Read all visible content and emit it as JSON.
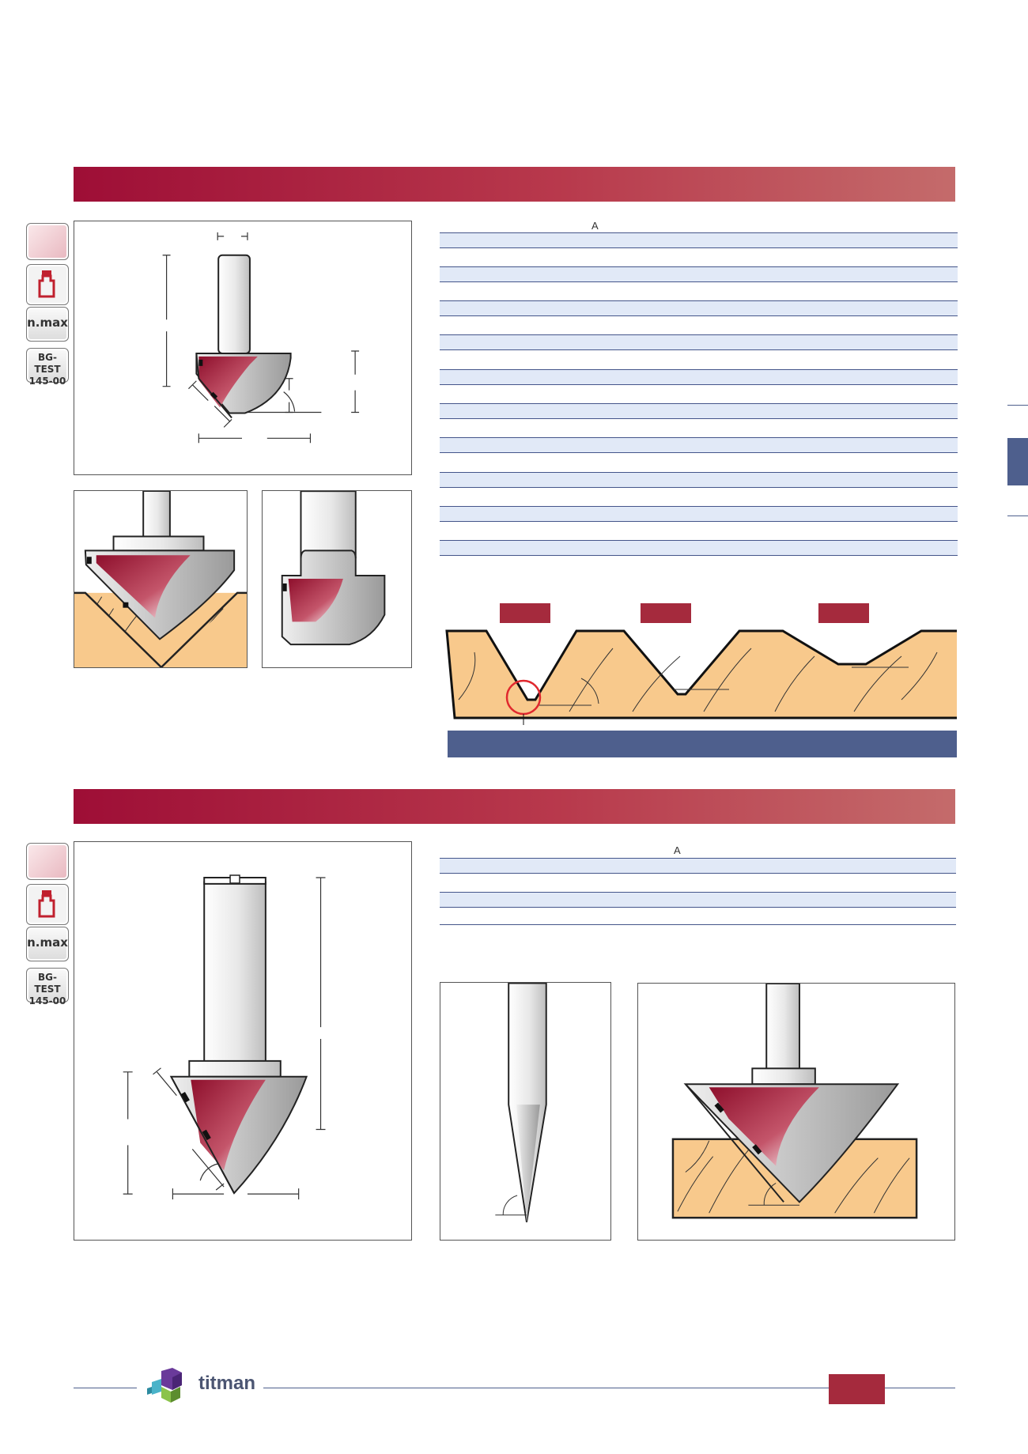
{
  "brand": {
    "name": "titman"
  },
  "section_1": {
    "sidebar_icons": {
      "nmax": "n.max",
      "test_line1": "BG-TEST",
      "test_line2": "145-00"
    },
    "table": {
      "column_header": "A",
      "row_count": 10
    }
  },
  "section_2": {
    "sidebar_icons": {
      "nmax": "n.max",
      "test_line1": "BG-TEST",
      "test_line2": "145-00"
    },
    "table": {
      "column_header": "A",
      "row_count": 2
    }
  },
  "colors": {
    "banner_start": "#9e0e36",
    "banner_end": "#c46b6b",
    "table_row": "#e1e9f7",
    "navy": "#4e5f8d",
    "wood": "#f8c98c",
    "cutter_red": "#a01a35"
  }
}
